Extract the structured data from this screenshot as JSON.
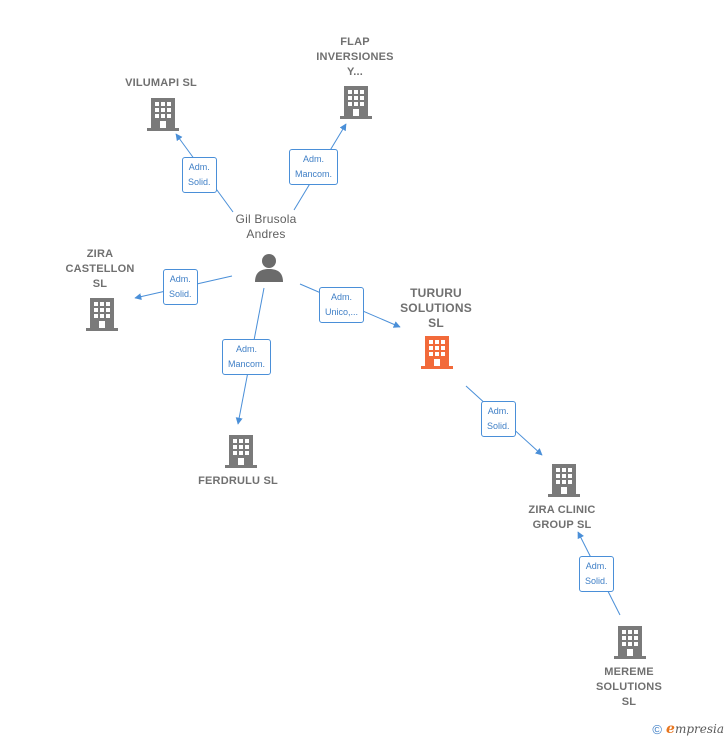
{
  "colors": {
    "edge": "#4a8fd8",
    "building": "#7a7a7a",
    "building_main": "#f26a3a",
    "person": "#6b6b6b"
  },
  "nodes": {
    "gil_brusola": {
      "label": "Gil Brusola\nAndres",
      "icon": "person-icon"
    },
    "vilumapi": {
      "label": "VILUMAPI  SL",
      "icon": "building-icon"
    },
    "flap": {
      "label": "FLAP\nINVERSIONES\nY...",
      "icon": "building-icon"
    },
    "zira_castellon": {
      "label": "ZIRA\nCASTELLON\nSL",
      "icon": "building-icon"
    },
    "tururu": {
      "label": "TURURU\nSOLUTIONS\nSL",
      "icon": "building-icon"
    },
    "ferdrulu": {
      "label": "FERDRULU  SL",
      "icon": "building-icon"
    },
    "zira_clinic": {
      "label": "ZIRA CLINIC\nGROUP  SL",
      "icon": "building-icon"
    },
    "mereme": {
      "label": "MEREME\nSOLUTIONS\nSL",
      "icon": "building-icon"
    }
  },
  "relations": {
    "to_vilumapi": "Adm.\nSolid.",
    "to_flap": "Adm.\nMancom.",
    "to_zira_castellon": "Adm.\nSolid.",
    "to_tururu": "Adm.\nUnico,...",
    "to_ferdrulu": "Adm.\nMancom.",
    "tururu_to_zira_clinic": "Adm.\nSolid.",
    "mereme_to_zira_clinic": "Adm.\nSolid."
  },
  "footer": {
    "copyright": "©",
    "brand_initial": "e",
    "brand_rest": "mpresia"
  }
}
